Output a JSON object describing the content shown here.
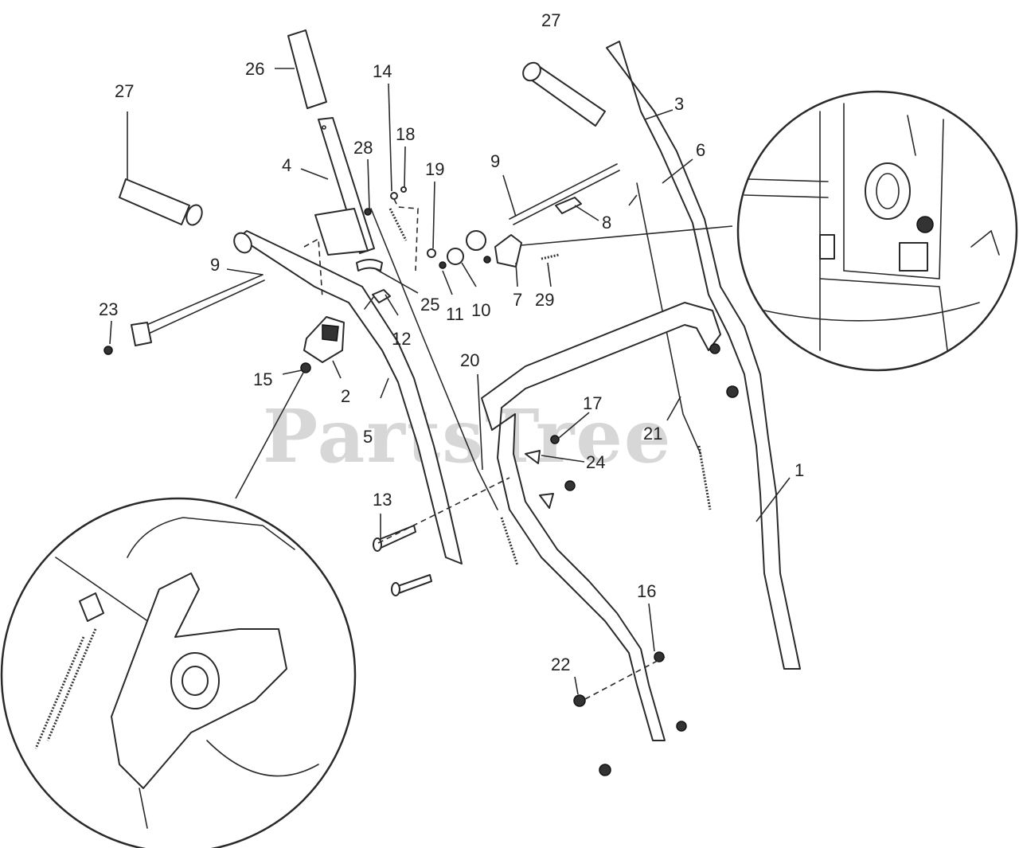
{
  "watermark": "PartsTree",
  "callouts": [
    {
      "id": "c1",
      "text": "1"
    },
    {
      "id": "c2",
      "text": "2"
    },
    {
      "id": "c3",
      "text": "3"
    },
    {
      "id": "c4",
      "text": "4"
    },
    {
      "id": "c5",
      "text": "5"
    },
    {
      "id": "c6",
      "text": "6"
    },
    {
      "id": "c7",
      "text": "7"
    },
    {
      "id": "c8",
      "text": "8"
    },
    {
      "id": "c9a",
      "text": "9"
    },
    {
      "id": "c9b",
      "text": "9"
    },
    {
      "id": "c10",
      "text": "10"
    },
    {
      "id": "c11",
      "text": "11"
    },
    {
      "id": "c12",
      "text": "12"
    },
    {
      "id": "c13",
      "text": "13"
    },
    {
      "id": "c14",
      "text": "14"
    },
    {
      "id": "c15",
      "text": "15"
    },
    {
      "id": "c16",
      "text": "16"
    },
    {
      "id": "c17",
      "text": "17"
    },
    {
      "id": "c18",
      "text": "18"
    },
    {
      "id": "c19",
      "text": "19"
    },
    {
      "id": "c20",
      "text": "20"
    },
    {
      "id": "c21",
      "text": "21"
    },
    {
      "id": "c22",
      "text": "22"
    },
    {
      "id": "c23",
      "text": "23"
    },
    {
      "id": "c24",
      "text": "24"
    },
    {
      "id": "c25",
      "text": "25"
    },
    {
      "id": "c26",
      "text": "26"
    },
    {
      "id": "c27a",
      "text": "27"
    },
    {
      "id": "c27b",
      "text": "27"
    },
    {
      "id": "c28",
      "text": "28"
    },
    {
      "id": "c29",
      "text": "29"
    }
  ]
}
